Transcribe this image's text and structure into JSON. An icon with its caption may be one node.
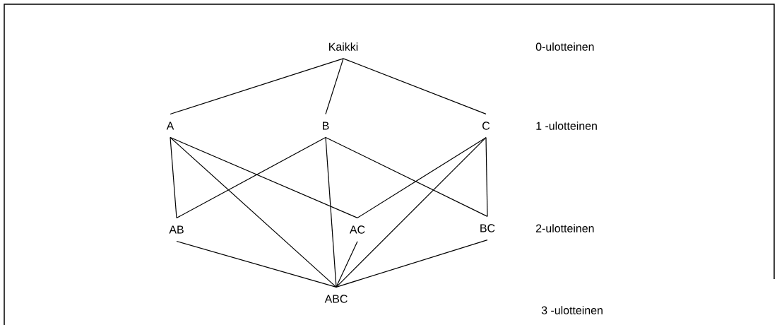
{
  "diagram": {
    "nodes": [
      {
        "text": [
          "Kaikki"
        ]
      },
      {
        "text": [
          "A"
        ]
      },
      {
        "text": [
          "B"
        ]
      },
      {
        "text": [
          "C"
        ]
      },
      {
        "text": [
          "AB"
        ]
      },
      {
        "text": [
          "AC"
        ]
      },
      {
        "text": [
          "BC"
        ]
      },
      {
        "text": [
          "ABC"
        ]
      }
    ],
    "edges": [
      {
        "from": 0,
        "to": 1,
        "arrow": "none"
      },
      {
        "from": 0,
        "to": 2,
        "arrow": "none"
      },
      {
        "from": 0,
        "to": 3,
        "arrow": "none"
      },
      {
        "from": 1,
        "to": 4,
        "arrow": "none"
      },
      {
        "from": 1,
        "to": 5,
        "arrow": "none"
      },
      {
        "from": 1,
        "to": 7,
        "arrow": "none"
      },
      {
        "from": 2,
        "to": 4,
        "arrow": "none"
      },
      {
        "from": 2,
        "to": 6,
        "arrow": "none"
      },
      {
        "from": 2,
        "to": 7,
        "arrow": "none"
      },
      {
        "from": 3,
        "to": 5,
        "arrow": "none"
      },
      {
        "from": 3,
        "to": 6,
        "arrow": "none"
      },
      {
        "from": 3,
        "to": 7,
        "arrow": "none"
      },
      {
        "from": 4,
        "to": 7,
        "arrow": "none"
      },
      {
        "from": 5,
        "to": 7,
        "arrow": "none"
      },
      {
        "from": 6,
        "to": 7,
        "arrow": "none"
      }
    ],
    "labels": [
      "0-ulotteinen",
      "1 -ulotteinen",
      "2-ulotteinen",
      "3 -ulotteinen"
    ]
  }
}
